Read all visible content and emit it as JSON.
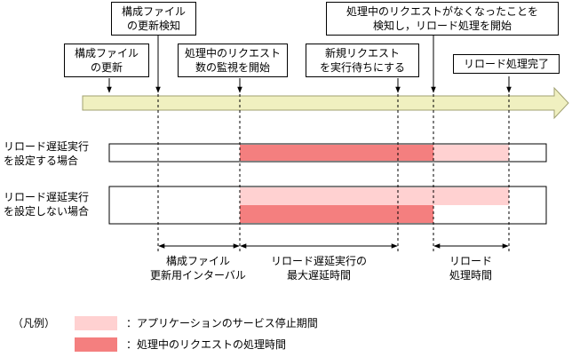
{
  "events": {
    "config_update_detected": [
      "構成ファイル",
      "の更新検知"
    ],
    "config_updated": [
      "構成ファイル",
      "の更新"
    ],
    "start_monitor_requests": [
      "処理中のリクエスト",
      "数の監視を開始"
    ],
    "new_requests_waiting": [
      "新規リクエスト",
      "を実行待ちにする"
    ],
    "no_requests_start_reload": [
      "処理中のリクエストがなくなったことを",
      "検知し，リロード処理を開始"
    ],
    "reload_complete": [
      "リロード処理完了"
    ]
  },
  "rows": {
    "with_delay": [
      "リロード遅延実行",
      "を設定する場合"
    ],
    "without_delay": [
      "リロード遅延実行",
      "を設定しない場合"
    ]
  },
  "intervals": {
    "config_update_interval": [
      "構成ファイル",
      "更新用インターバル"
    ],
    "max_reload_delay": [
      "リロード遅延実行の",
      "最大遅延時間"
    ],
    "reload_time": [
      "リロード",
      "処理時間"
    ]
  },
  "legend": {
    "title": "（凡例）",
    "service_stop": "：アプリケーションのサービス停止期間",
    "processing": "：処理中のリクエストの処理時間"
  },
  "colors": {
    "service_stop": "#FFD1D1",
    "processing": "#F47F7F",
    "timeline_arrow": "#F0F0C0"
  }
}
